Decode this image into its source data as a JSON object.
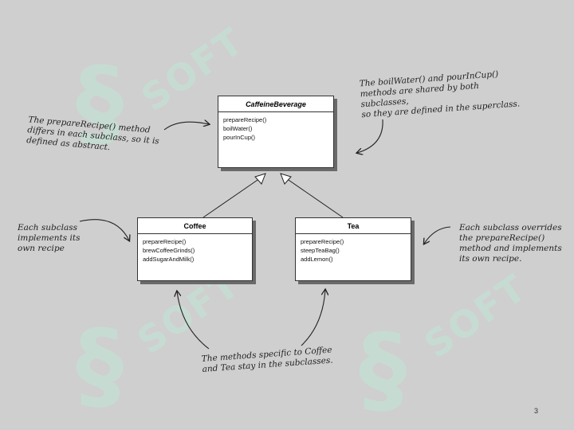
{
  "classes": {
    "caffeine_beverage": {
      "name": "CaffeineBeverage",
      "methods": [
        "prepareRecipe()",
        "boilWater()",
        "pourInCup()"
      ]
    },
    "coffee": {
      "name": "Coffee",
      "methods": [
        "prepareRecipe()",
        "brewCoffeeGrinds()",
        "addSugarAndMilk()"
      ]
    },
    "tea": {
      "name": "Tea",
      "methods": [
        "prepareRecipe()",
        "steepTeaBag()",
        "addLemon()"
      ]
    }
  },
  "notes": {
    "top_left": "The prepareRecipe() method\ndiffers in each subclass, so it is\ndefined as abstract.",
    "top_right": "The boilWater() and pourInCup()\nmethods are shared by both subclasses,\nso they are defined in the superclass.",
    "left": "Each subclass\nimplements its\nown recipe",
    "right": "Each subclass overrides\nthe prepareRecipe()\nmethod and implements\nits own recipe.",
    "bottom": "The methods specific to Coffee\nand Tea stay in the subclasses."
  },
  "watermark": "SOFT",
  "page_number": "3",
  "colors": {
    "background": "#cfcfcf",
    "watermark": "#bfe8d6"
  }
}
